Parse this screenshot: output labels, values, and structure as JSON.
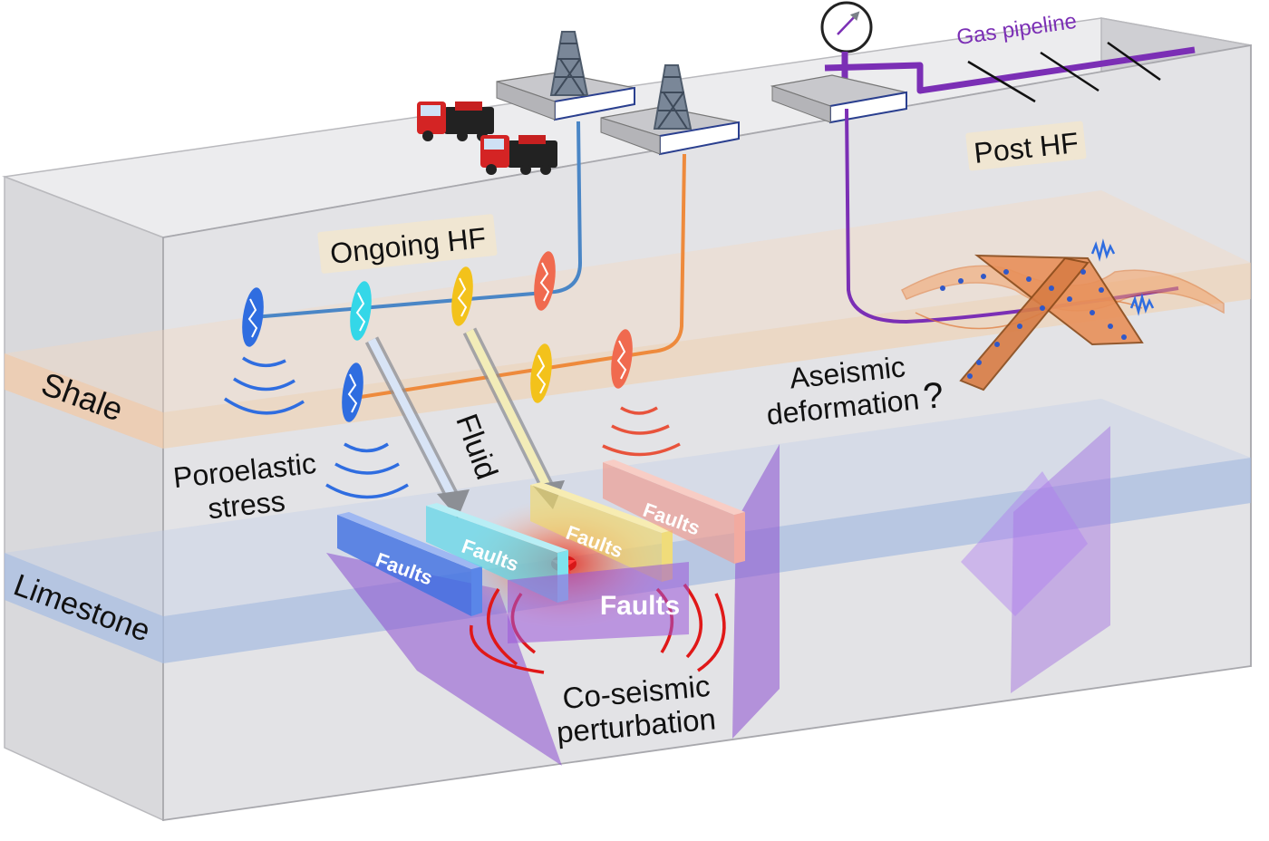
{
  "labels": {
    "shale": "Shale",
    "limestone": "Limestone",
    "ongoing_hf": "Ongoing HF",
    "post_hf": "Post HF",
    "gas_pipeline": "Gas pipeline",
    "poroelastic_line1": "Poroelastic",
    "poroelastic_line2": "stress",
    "fluid": "Fluid",
    "faults": "Faults",
    "faults_bold": "Faults",
    "coseismic_line1": "Co-seismic",
    "coseismic_line2": "perturbation",
    "aseismic_line1": "Aseismic",
    "aseismic_line2": "deformation",
    "question_mark": "?"
  },
  "colors": {
    "block": "#e6e6e8",
    "shale": "#f3c59a",
    "limestone": "#9fb6df",
    "pipeline": "#7b2fb5",
    "well_blue": "#4a86c6",
    "well_orange": "#ee8a3c",
    "fault_plane": "#9a55d8",
    "coseismic": "#e01818",
    "stage_blue": "#2f6de0",
    "stage_cyan": "#34d7e8",
    "stage_yellow": "#f3c21b",
    "stage_red": "#f06a4f"
  }
}
